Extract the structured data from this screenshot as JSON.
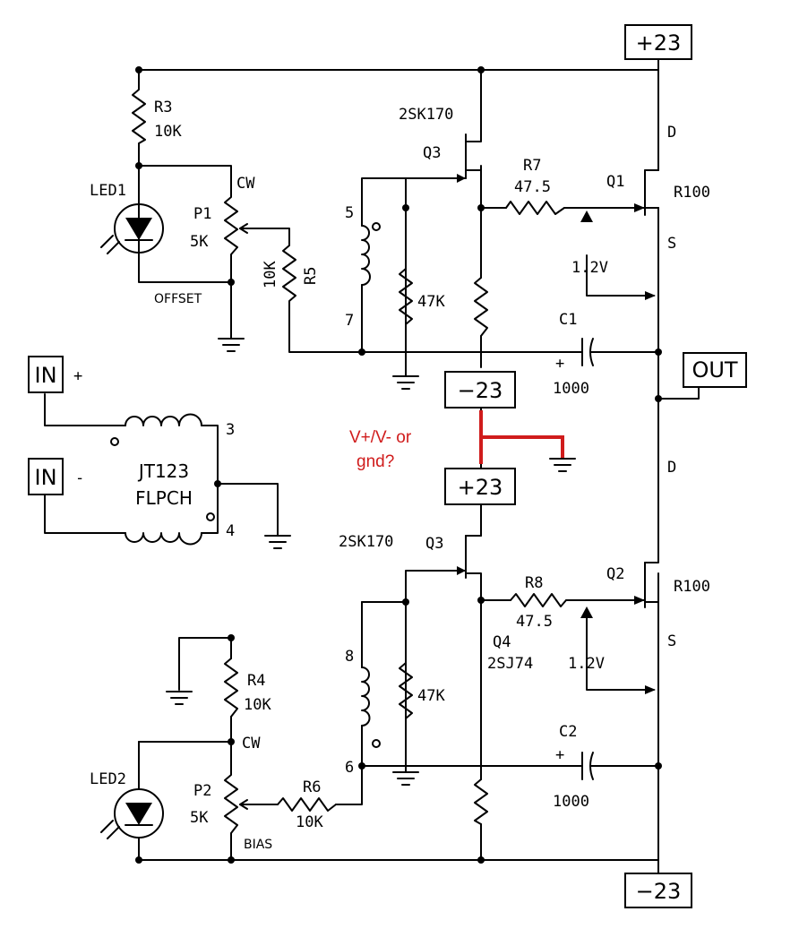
{
  "rails": {
    "top_pos": "+23",
    "mid_neg": "−23",
    "mid_pos": "+23",
    "bottom_neg": "−23"
  },
  "io": {
    "in_plus_box": "IN",
    "in_plus_sign": "+",
    "in_minus_box": "IN",
    "in_minus_sign": "-",
    "out_box": "OUT"
  },
  "question": {
    "line1": "V+/V- or",
    "line2": "gnd?",
    "color": "#d01c1c"
  },
  "transformer": {
    "name": "JT123",
    "type": "FLPCH",
    "pin3": "3",
    "pin4": "4",
    "pin5": "5",
    "pin6": "6",
    "pin7": "7",
    "pin8": "8"
  },
  "top_half": {
    "r3": {
      "ref": "R3",
      "value": "10K"
    },
    "led": "LED1",
    "p1": {
      "ref": "P1",
      "value": "5K",
      "cw": "CW",
      "function": "OFFSET"
    },
    "r5": {
      "ref": "R5",
      "value": "10K"
    },
    "r_47k": "47K",
    "q3": {
      "part": "2SK170",
      "ref": "Q3"
    },
    "r7": {
      "ref": "R7",
      "value": "47.5"
    },
    "q1": {
      "ref": "Q1",
      "part": "R100",
      "d": "D",
      "s": "S"
    },
    "vgs": "1.2V",
    "c1": {
      "ref": "C1",
      "value": "1000",
      "plus": "+"
    }
  },
  "bottom_half": {
    "r4": {
      "ref": "R4",
      "value": "10K"
    },
    "led": "LED2",
    "p2": {
      "ref": "P2",
      "value": "5K",
      "cw": "CW",
      "function": "BIAS"
    },
    "r6": {
      "ref": "R6",
      "value": "10K"
    },
    "r_47k": "47K",
    "q3": {
      "part": "2SK170",
      "ref": "Q3"
    },
    "r8": {
      "ref": "R8",
      "value": "47.5"
    },
    "q4": {
      "ref": "Q4",
      "part": "2SJ74"
    },
    "q2": {
      "ref": "Q2",
      "part": "R100",
      "d": "D",
      "s": "S"
    },
    "vgs": "1.2V",
    "c2": {
      "ref": "C2",
      "value": "1000",
      "plus": "+"
    }
  }
}
